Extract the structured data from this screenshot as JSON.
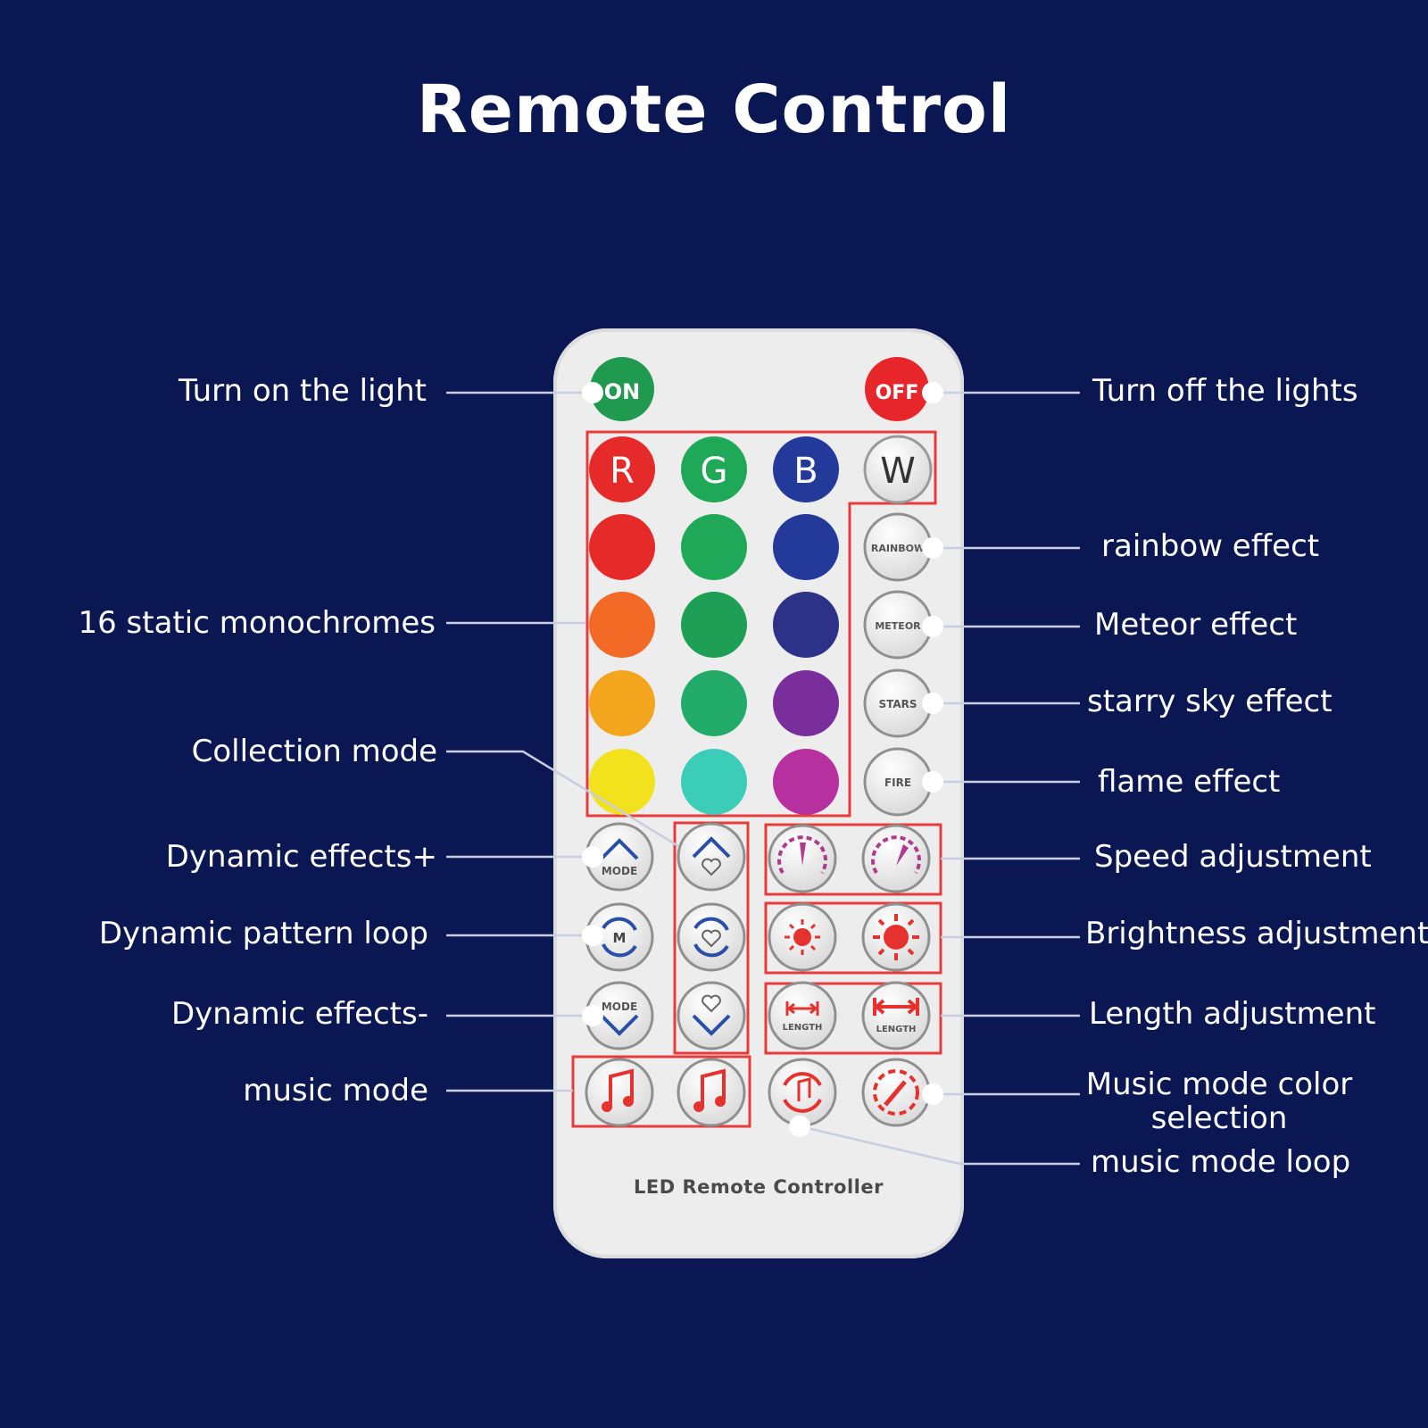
{
  "title": "Remote Control",
  "brand": "LED Remote Controller",
  "labels": {
    "turn_on": "Turn on the light",
    "static": "16 static monochromes",
    "collection": "Collection mode",
    "dyn_plus": "Dynamic effects+",
    "pattern_loop": "Dynamic pattern loop",
    "dyn_minus": "Dynamic effects-",
    "music_mode": "music mode",
    "turn_off": "Turn off the lights",
    "rainbow": "rainbow effect",
    "meteor": "Meteor effect",
    "starry": "starry sky effect",
    "flame": "flame effect",
    "speed": "Speed adjustment",
    "brightness": "Brightness adjustment",
    "length": "Length adjustment",
    "music_color": "Music mode color selection",
    "music_loop": "music mode loop"
  },
  "buttons": {
    "on": "ON",
    "off": "OFF",
    "r": "R",
    "g": "G",
    "b": "B",
    "w": "W",
    "rainbow": "RAINBOW",
    "meteor": "METEOR",
    "stars": "STARS",
    "fire": "FIRE",
    "mode": "MODE",
    "m": "M",
    "length": "LENGTH"
  },
  "colors": {
    "background": "#0b1753",
    "highlight": "#e63c3c",
    "on": "#1f9a4e",
    "off": "#e6262a",
    "static": [
      [
        "#e62a2a",
        "#1fa857",
        "#233a9a"
      ],
      [
        "#f26a25",
        "#1f9e56",
        "#2c3287"
      ],
      [
        "#f4a51e",
        "#22ab68",
        "#7a2e9c"
      ],
      [
        "#f2e21e",
        "#3ccdb8",
        "#b7309f"
      ]
    ]
  }
}
